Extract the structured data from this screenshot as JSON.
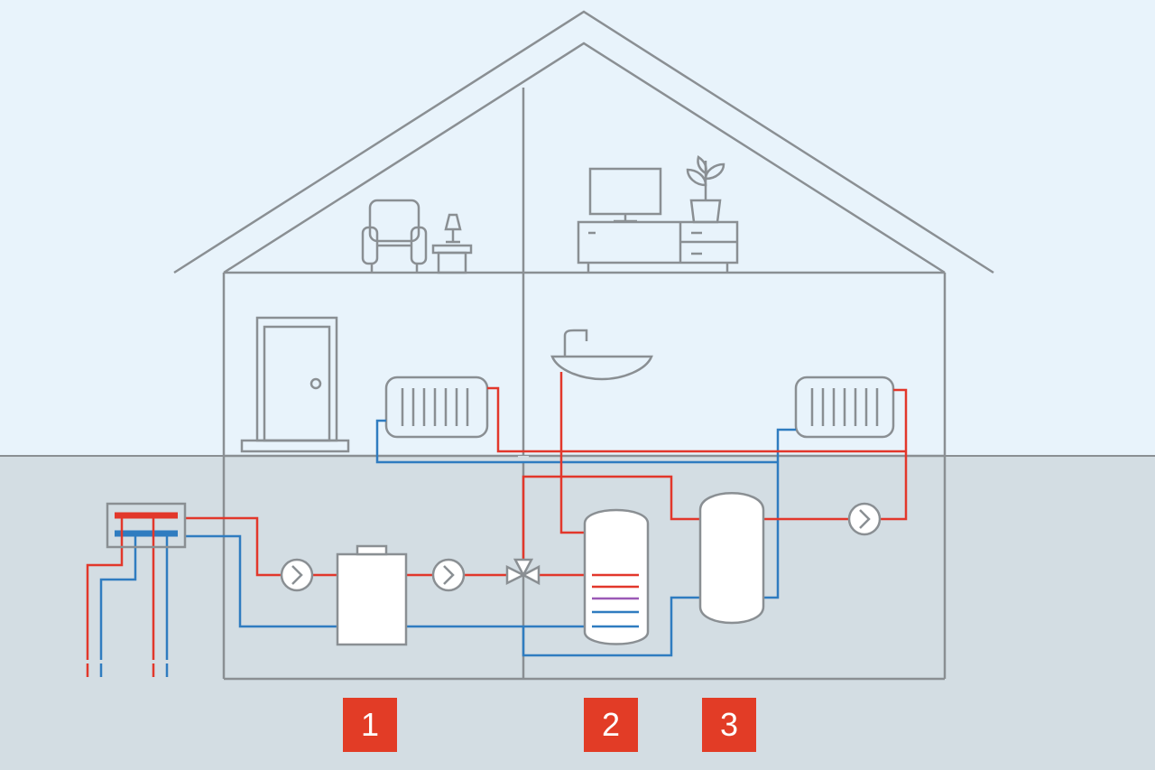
{
  "colors": {
    "sky": "#e8f3fb",
    "ground": "#d3dde3",
    "outline": "#8a8f93",
    "hot_pipe": "#e2372b",
    "cold_pipe": "#2f7cc0",
    "mixed_coil": "#9b59b6",
    "label_bg": "#e23c26",
    "label_text": "#ffffff"
  },
  "icons": [
    "armchair-icon",
    "lamp-icon",
    "tv-icon",
    "plant-icon",
    "door-icon",
    "sink-icon",
    "radiator-icon",
    "pump-icon",
    "mixing-valve-icon"
  ],
  "labels": [
    {
      "id": "boiler",
      "text": "1"
    },
    {
      "id": "hot-water-cylinder",
      "text": "2"
    },
    {
      "id": "buffer-tank",
      "text": "3"
    }
  ]
}
